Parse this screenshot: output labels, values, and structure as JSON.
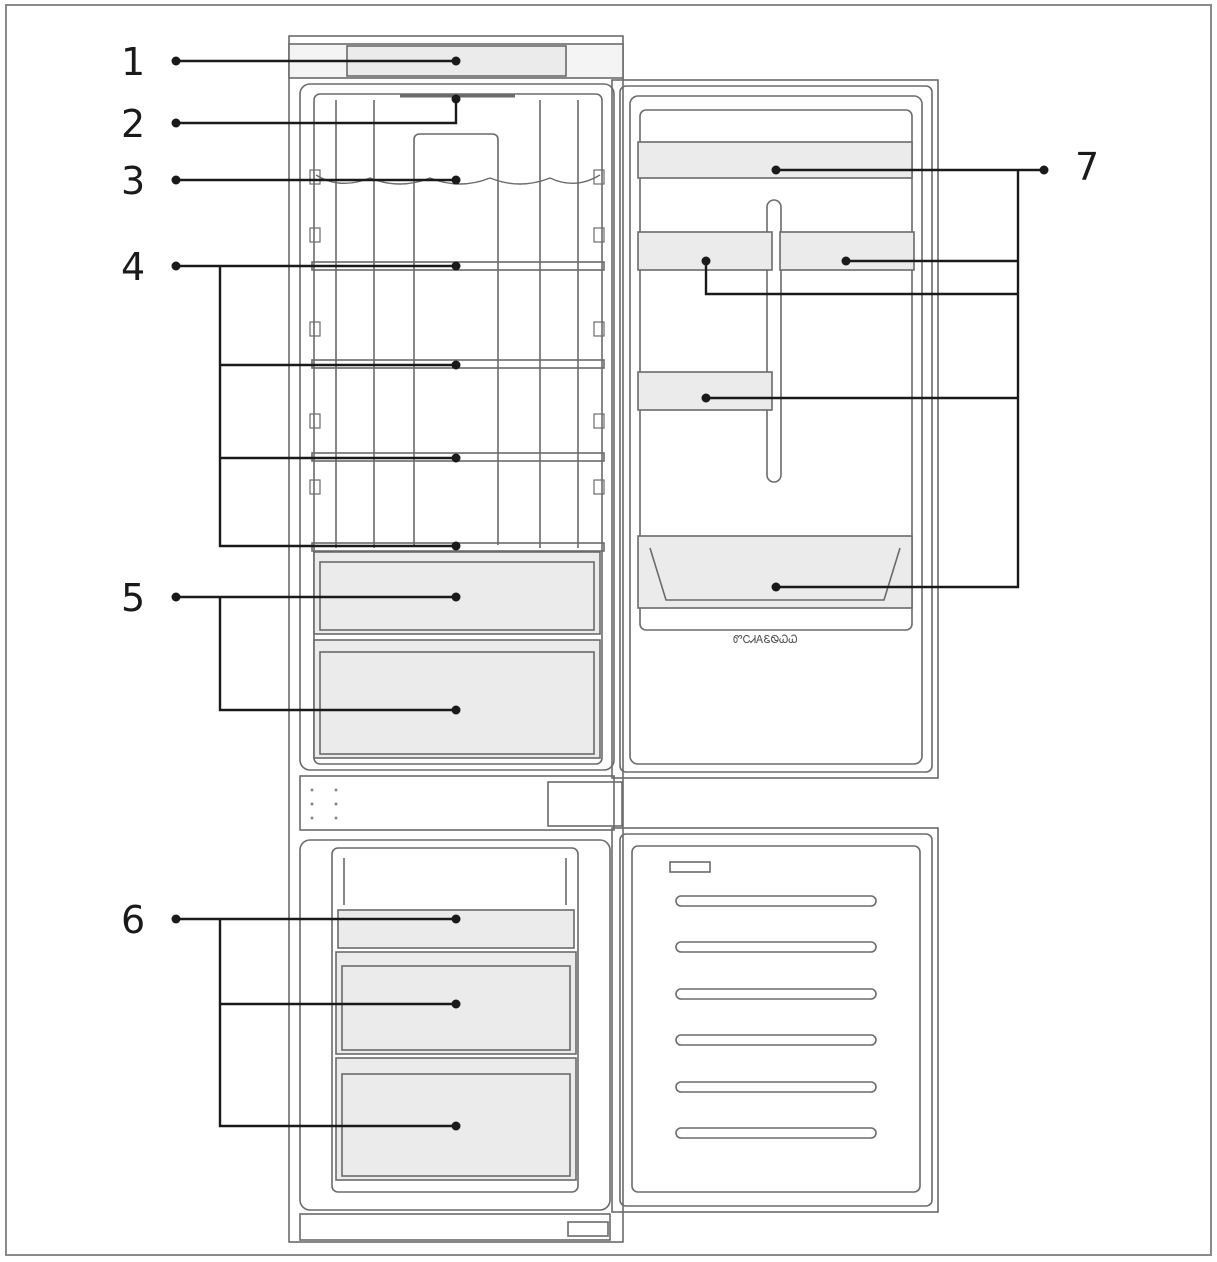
{
  "diagram": {
    "labels": [
      {
        "id": "1",
        "text": "1"
      },
      {
        "id": "2",
        "text": "2"
      },
      {
        "id": "3",
        "text": "3"
      },
      {
        "id": "4",
        "text": "4"
      },
      {
        "id": "5",
        "text": "5"
      },
      {
        "id": "6",
        "text": "6"
      },
      {
        "id": "7",
        "text": "7"
      }
    ],
    "door_inscription": "ᏛᏟᏗᎪᏋᏫᏇᏇ",
    "colors": {
      "line": "#1a1a1a",
      "outline": "#6b6b6b",
      "fill": "#ebebeb",
      "frame": "#8a8a8a"
    }
  }
}
